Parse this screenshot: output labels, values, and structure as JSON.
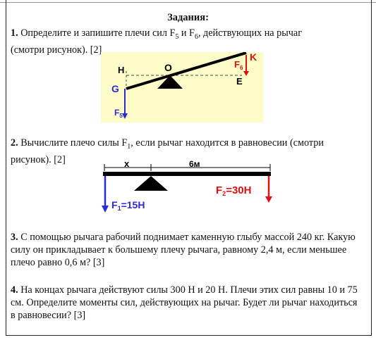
{
  "heading": "Задания:",
  "tasks": [
    {
      "num": "1.",
      "line1": "Определите и запишите плечи сил F",
      "sub_a": "5",
      "mid": " и F",
      "sub_b": "6",
      "line1_end": ", действующих на рычаг",
      "line2": "(смотри рисунок). [2]"
    },
    {
      "num": "2.",
      "text_a": "Вычислите плечо силы F",
      "sub": "1",
      "text_b": ", если рычаг находится в равновесии (смотри рисунок). [2]"
    },
    {
      "num": "3.",
      "text": "С помощью рычага рабочий поднимает каменную глыбу массой 240 кг. Какую силу он прикладывает к большему плечу рычага, равному 2,4 м, если меньшее плечо равно 0,6 м? [3]"
    },
    {
      "num": "4.",
      "text": "На концах рычага действуют силы 300 Н и 20 Н. Плечи этих сил равны 10 и 75 см. Определите моменты сил, действующих на рычаг. Будет ли рычаг находиться в равновесии? [3]"
    }
  ],
  "figure1": {
    "label_h": "H",
    "label_o": "O",
    "label_k": "K",
    "label_g": "G",
    "label_e": "E",
    "force_f6": "F",
    "force_f6_sub": "6",
    "force_f5": "F",
    "force_f5_sub": "5",
    "colors": {
      "lever": "#000000",
      "force": "#2b2bd6",
      "force_labels": "#e01010",
      "background": "#fdfcc8"
    }
  },
  "figure2": {
    "label_x": "x",
    "label_6m": "6м",
    "force_f1_name": "F",
    "force_f1_sub": "1",
    "force_f1_value": "=15Н",
    "force_f2_name": "F",
    "force_f2_sub": "2",
    "force_f2_value": "=30Н",
    "colors": {
      "f1": "#2b2bd6",
      "f2": "#e01010"
    }
  }
}
